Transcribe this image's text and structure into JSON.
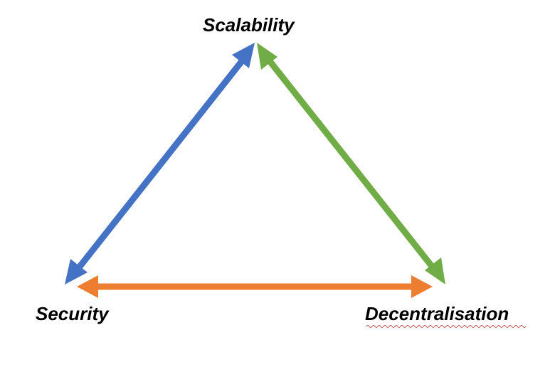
{
  "diagram": {
    "labels": {
      "top": "Scalability",
      "left": "Security",
      "right": "Decentralisation"
    },
    "edges": [
      {
        "from": "Security",
        "to": "Scalability",
        "color": "#4472c4",
        "bidirectional": true
      },
      {
        "from": "Scalability",
        "to": "Decentralisation",
        "color": "#70ad47",
        "bidirectional": true
      },
      {
        "from": "Security",
        "to": "Decentralisation",
        "color": "#ed7d31",
        "bidirectional": true
      }
    ],
    "spellcheck_underline_color": "#c0504d"
  }
}
